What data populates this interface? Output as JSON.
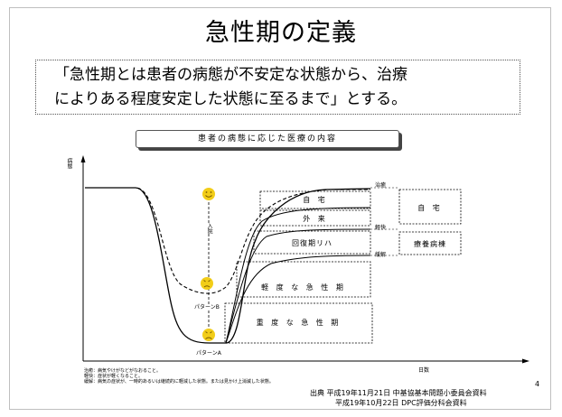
{
  "title": "急性期の定義",
  "definition": {
    "line1": "「急性期とは患者の病態が不安定な状態から、治療",
    "line2": "によりある程度安定した状態に至るまで」とする。"
  },
  "chart_title": "患者の病態に応じた医療の内容",
  "y_axis_label": "病態",
  "x_axis_label": "日数",
  "admission_label": "入院",
  "pattern_b": "パターンB",
  "pattern_a": "パターンA",
  "right_labels": {
    "chiyu": "治癒",
    "keikai": "軽快",
    "kankai": "緩解"
  },
  "stages": {
    "home": "自 宅",
    "outpatient": "外 来",
    "recovery": "回復期リハ",
    "mild_acute": "軽 度 な 急 性 期",
    "severe_acute": "重 度 な 急 性 期"
  },
  "destinations": {
    "home": "自 宅",
    "care_ward": "療養病棟"
  },
  "notes": [
    "治癒：病気やけがなどがなおること。",
    "軽快：症状が軽くなること。",
    "緩解：病気の症状が、一時的あるいは継続的に軽減した状態。または見かけ上消滅した状態。"
  ],
  "source": {
    "line1": "出典  平成19年11月21日  中基協基本問題小委員会資料",
    "line2": "平成19年10月22日  DPC評価分科会資料"
  },
  "page_number": "4",
  "colors": {
    "smile_face": "#f2cd18",
    "face_line": "#7a5a00"
  }
}
